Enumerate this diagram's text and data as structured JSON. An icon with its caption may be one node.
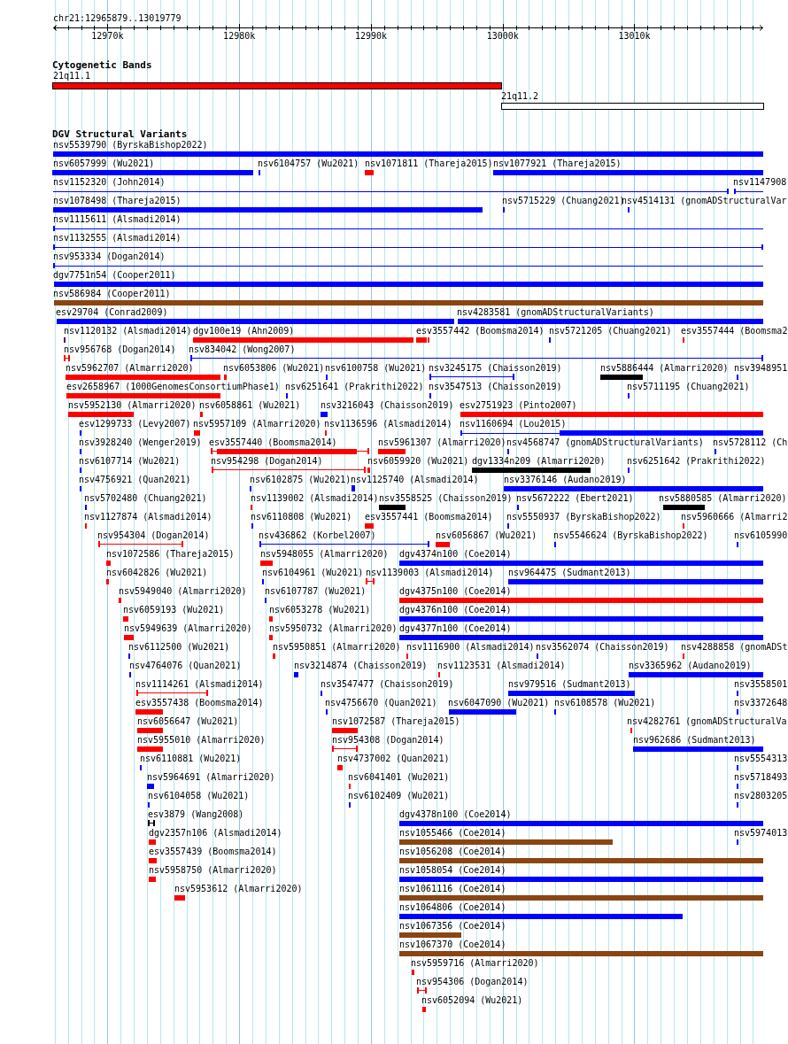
{
  "diagram": {
    "labels": [
      "chr21:12965879..13019779",
      "12970k",
      "12980k",
      "12990k",
      "13000k",
      "13010k",
      "Cytogenetic Bands",
      "21q11.1",
      "21q11.2",
      "DGV Structural Variants",
      "nsv5539790 (ByrskaBishop2022)",
      "nsv6057999 (Wu2021)",
      "nsv6104757 (Wu2021)",
      "nsv1071811 (Thareja2015)",
      "nsv1077921 (Thareja2015)",
      "nsv1152320 (John2014)",
      "nsv1147908",
      "nsv1078498 (Thareja2015)",
      "nsv5715229 (Chuang2021)",
      "nsv4514131 (gnomADStructuralVar",
      "nsv1115611 (Alsmadi2014)",
      "nsv1132555 (Alsmadi2014)",
      "nsv953334 (Dogan2014)",
      "dgv7751n54 (Cooper2011)",
      "nsv586984 (Cooper2011)",
      "esv29704 (Conrad2009)",
      "nsv4283581 (gnomADStructuralVariants)",
      "nsv1120132 (Alsmadi2014)",
      "dgv100e19 (Ahn2009)",
      "esv3557442 (Boomsma2014)",
      "nsv5721205 (Chuang2021)",
      "esv3557444 (Boomsma2",
      "nsv956768 (Dogan2014)",
      "nsv834042 (Wong2007)",
      "nsv5962707 (Almarri2020)",
      "nsv6053806 (Wu2021)",
      "nsv6100758 (Wu2021)",
      "nsv3245175 (Chaisson2019)",
      "nsv5886444 (Almarri2020)",
      "nsv3948951",
      "esv2658967 (1000GenomesConsortiumPhase1)",
      "nsv6251641 (Prakrithi2022)",
      "nsv3547513 (Chaisson2019)",
      "nsv5711195 (Chuang2021)",
      "nsv5952130 (Almarri2020)",
      "nsv6058861 (Wu2021)",
      "nsv3216043 (Chaisson2019)",
      "esv2751923 (Pinto2007)",
      "esv1299733 (Levy2007)",
      "nsv5957109 (Almarri2020)",
      "nsv1136596 (Alsmadi2014)",
      "nsv1160694 (Lou2015)",
      "nsv3928240 (Wenger2019)",
      "esv3557440 (Boomsma2014)",
      "nsv5961307 (Almarri2020)",
      "nsv4568747 (gnomADStructuralVariants)",
      "nsv5728112 (Ch",
      "nsv6107714 (Wu2021)",
      "nsv954298 (Dogan2014)",
      "nsv6059920 (Wu2021)",
      "dgv1334n209 (Almarri2020)",
      "nsv6251642 (Prakrithi2022)",
      "nsv4756921 (Quan2021)",
      "nsv6102875 (Wu2021)",
      "nsv1125740 (Alsmadi2014)",
      "nsv3376146 (Audano2019)",
      "nsv5702480 (Chuang2021)",
      "nsv1139002 (Alsmadi2014)",
      "nsv3558525 (Chaisson2019)",
      "nsv5672222 (Ebert2021)",
      "nsv5880585 (Almarri2020)",
      "nsv1127874 (Alsmadi2014)",
      "nsv6110808 (Wu2021)",
      "esv3557441 (Boomsma2014)",
      "nsv5550937 (ByrskaBishop2022)",
      "nsv5960666 (Almarri2",
      "nsv954304 (Dogan2014)",
      "nsv436862 (Korbel2007)",
      "nsv6056867 (Wu2021)",
      "nsv5546624 (ByrskaBishop2022)",
      "nsv6105990",
      "nsv1072586 (Thareja2015)",
      "nsv5948055 (Almarri2020)",
      "dgv4374n100 (Coe2014)",
      "nsv6042826 (Wu2021)",
      "nsv6104961 (Wu2021)",
      "nsv1139003 (Alsmadi2014)",
      "nsv964475 (Sudmant2013)",
      "nsv5949040 (Almarri2020)",
      "nsv6107787 (Wu2021)",
      "dgv4375n100 (Coe2014)",
      "nsv6059193 (Wu2021)",
      "nsv6053278 (Wu2021)",
      "dgv4376n100 (Coe2014)",
      "nsv5949639 (Almarri2020)",
      "nsv5950732 (Almarri2020)",
      "dgv4377n100 (Coe2014)",
      "nsv6112500 (Wu2021)",
      "nsv5950851 (Almarri2020)",
      "nsv1116900 (Alsmadi2014)",
      "nsv3562074 (Chaisson2019)",
      "nsv4288858 (gnomADSt",
      "nsv4764076 (Quan2021)",
      "nsv3214874 (Chaisson2019)",
      "nsv1123531 (Alsmadi2014)",
      "nsv3365962 (Audano2019)",
      "nsv1114261 (Alsmadi2014)",
      "nsv3547477 (Chaisson2019)",
      "nsv979516 (Sudmant2013)",
      "nsv3558501",
      "esv3557438 (Boomsma2014)",
      "nsv4756670 (Quan2021)",
      "nsv6047090 (Wu2021)",
      "nsv6108578 (Wu2021)",
      "nsv3372648",
      "nsv6056647 (Wu2021)",
      "nsv1072587 (Thareja2015)",
      "nsv4282761 (gnomADStructuralVa",
      "nsv5955010 (Almarri2020)",
      "nsv954308 (Dogan2014)",
      "nsv962686 (Sudmant2013)",
      "nsv6110881 (Wu2021)",
      "nsv4737002 (Quan2021)",
      "nsv5554313",
      "nsv5964691 (Almarri2020)",
      "nsv6041401 (Wu2021)",
      "nsv5718493",
      "nsv6104058 (Wu2021)",
      "nsv6102409 (Wu2021)",
      "nsv2803205",
      "esv3879 (Wang2008)",
      "dgv4378n100 (Coe2014)",
      "dgv2357n106 (Alsmadi2014)",
      "nsv1055466 (Coe2014)",
      "nsv5974013",
      "esv3557439 (Boomsma2014)",
      "nsv1056208 (Coe2014)",
      "nsv5958750 (Almarri2020)",
      "nsv1058054 (Coe2014)",
      "nsv5953612 (Almarri2020)",
      "nsv1061116 (Coe2014)",
      "nsv1064806 (Coe2014)",
      "nsv1067356 (Coe2014)",
      "nsv1067370 (Coe2014)",
      "nsv5959716 (Almarri2020)",
      "nsv954306 (Dogan2014)",
      "nsv6052094 (Wu2021)"
    ]
  }
}
